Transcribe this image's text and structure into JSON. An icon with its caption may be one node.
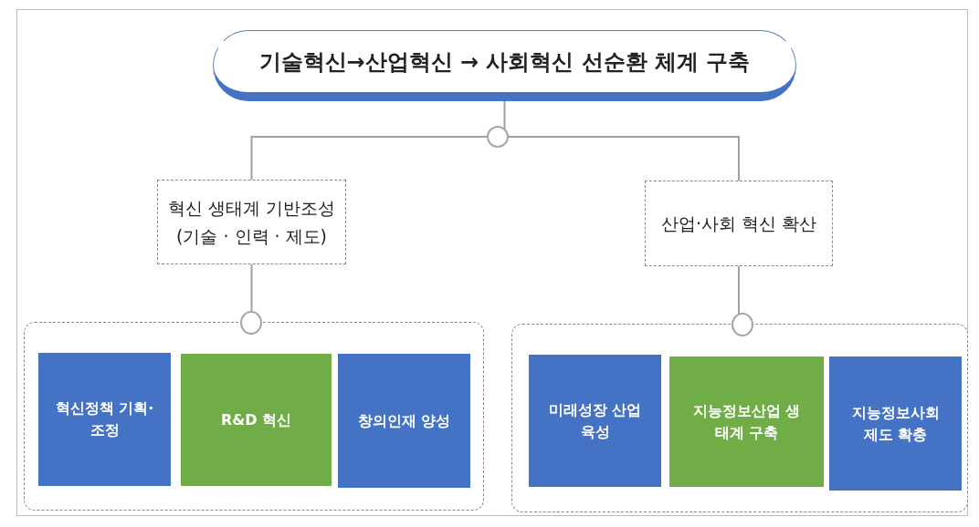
{
  "diagram": {
    "nodes": [
      {
        "text": [
          "기술혁신→산업혁신 → 사회혁신 선순환 체계 구축"
        ]
      },
      {
        "text": [],
        "shape": "circle"
      },
      {
        "text": [
          "혁신 생태계 기반조성 (기술 · 인력 · 제도)"
        ]
      },
      {
        "text": [
          "산업·사회 혁신 확산"
        ]
      },
      {
        "text": [],
        "shape": "box"
      },
      {
        "text": [],
        "shape": "circle"
      },
      {
        "text": [
          "혁신정책 기획·조정"
        ],
        "in": 4
      },
      {
        "text": [
          "R&D 혁신"
        ],
        "in": 4
      },
      {
        "text": [
          "창의인재 양성"
        ],
        "in": 4
      },
      {
        "text": [],
        "shape": "box"
      },
      {
        "text": [],
        "shape": "circle"
      },
      {
        "text": [
          "미래성장 산업 육성"
        ],
        "in": 9
      },
      {
        "text": [
          "지능정보산업 생태계 구축"
        ],
        "in": 9
      },
      {
        "text": [
          "지능정보사회 제도 확충"
        ],
        "in": 9
      }
    ],
    "edges": [
      {
        "from": 0,
        "to": 1,
        "arrow": "none"
      },
      {
        "from": 1,
        "to": 2,
        "arrow": "none"
      },
      {
        "from": 1,
        "to": 3,
        "arrow": "none"
      },
      {
        "from": 2,
        "to": 5,
        "arrow": "none"
      },
      {
        "from": 3,
        "to": 10,
        "arrow": "none"
      }
    ]
  }
}
